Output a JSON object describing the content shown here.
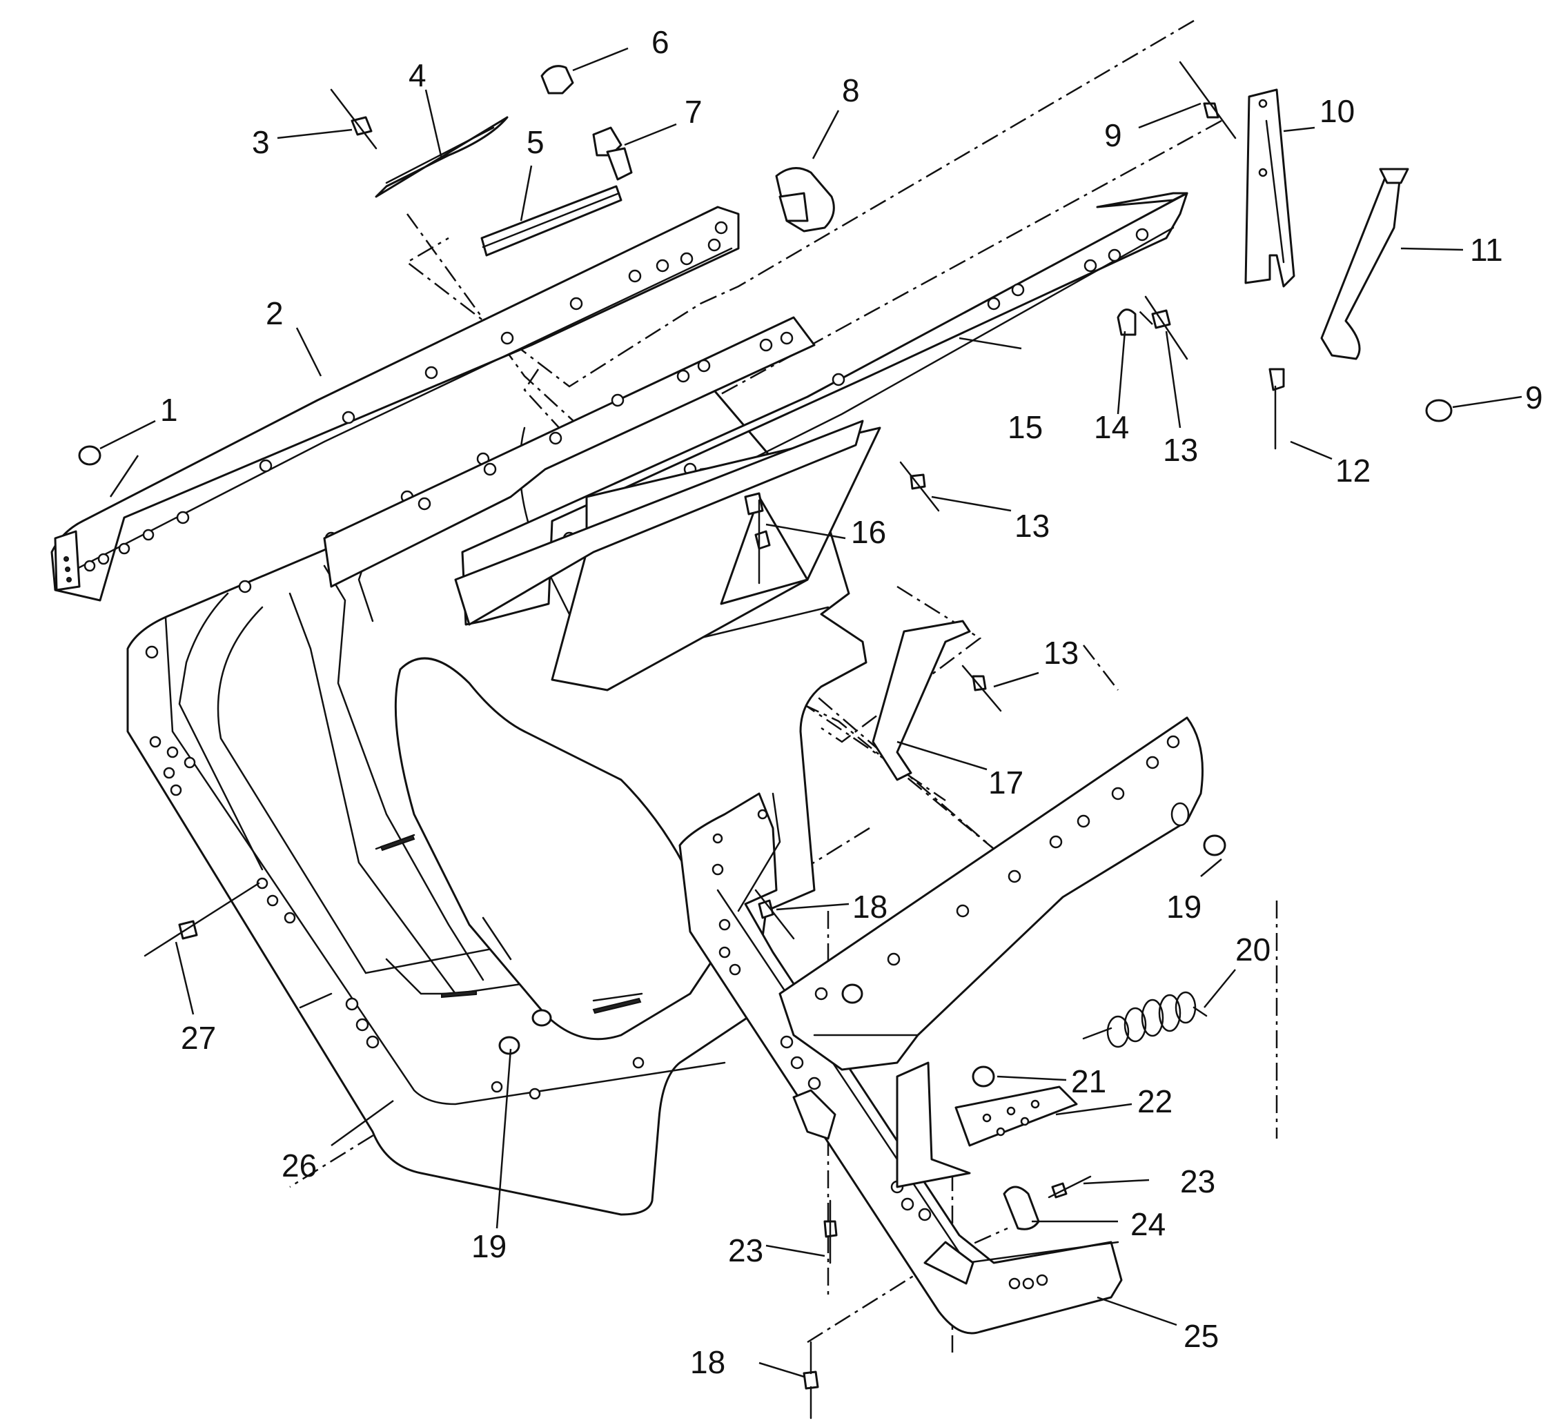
{
  "callouts": {
    "c1": "1",
    "c2": "2",
    "c3": "3",
    "c4": "4",
    "c5": "5",
    "c6": "6",
    "c7": "7",
    "c8": "8",
    "c9a": "9",
    "c9b": "9",
    "c10": "10",
    "c11": "11",
    "c12": "12",
    "c13a": "13",
    "c13b": "13",
    "c13c": "13",
    "c14": "14",
    "c15": "15",
    "c16": "16",
    "c17": "17",
    "c18a": "18",
    "c18b": "18",
    "c19a": "19",
    "c19b": "19",
    "c20": "20",
    "c21": "21",
    "c22": "22",
    "c23a": "23",
    "c23b": "23",
    "c24": "24",
    "c25": "25",
    "c26": "26",
    "c27": "27"
  },
  "line_color": "#111111",
  "background": "#ffffff"
}
